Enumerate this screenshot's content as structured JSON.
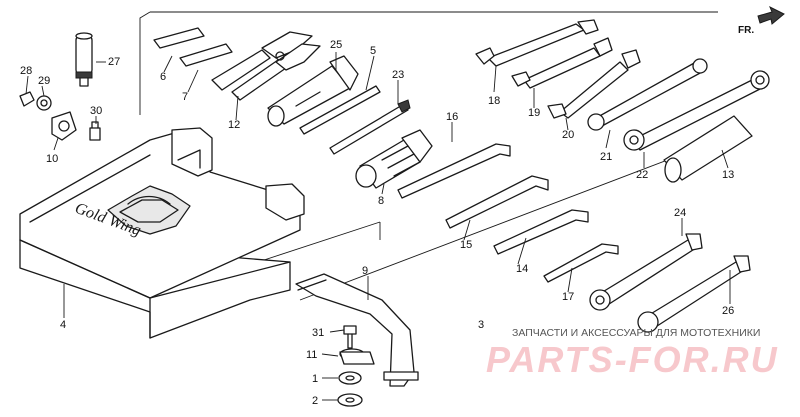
{
  "direction_label": "FR.",
  "watermark": {
    "caption": "ЗАПЧАСТИ И АКСЕССУАРЫ ДЛЯ МОТОТЕХНИКИ",
    "site": "PARTS-FOR.RU"
  },
  "case_logo_text": "Gold Wing",
  "callouts": {
    "p1": "1",
    "p2": "2",
    "p3": "3",
    "p4": "4",
    "p5": "5",
    "p6": "6",
    "p7": "7",
    "p8": "8",
    "p9": "9",
    "p10": "10",
    "p11": "11",
    "p12": "12",
    "p13": "13",
    "p14": "14",
    "p15": "15",
    "p16": "16",
    "p17": "17",
    "p18": "18",
    "p19": "19",
    "p20": "20",
    "p21": "21",
    "p22": "22",
    "p23": "23",
    "p24": "24",
    "p25": "25",
    "p26": "26",
    "p27": "27",
    "p28": "28",
    "p29": "29",
    "p30": "30",
    "p31": "31"
  },
  "icons": {
    "direction_arrow": "arrow-right-icon"
  }
}
